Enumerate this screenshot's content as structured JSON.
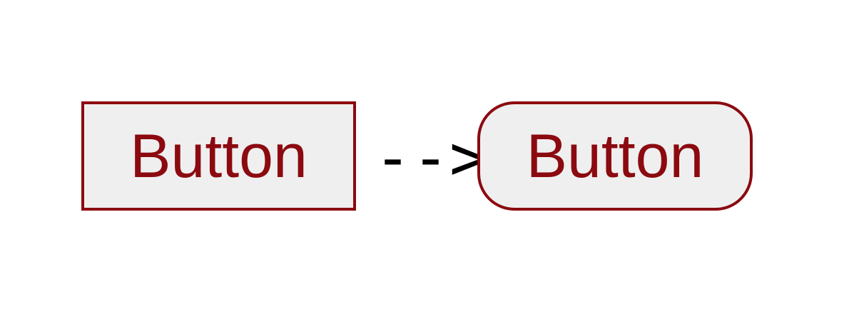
{
  "diagram": {
    "from_button": {
      "label": "Button",
      "shape": "square-corners"
    },
    "connector": {
      "text": "-->"
    },
    "to_button": {
      "label": "Button",
      "shape": "rounded-corners"
    }
  },
  "colors": {
    "button_border": "#8b0a10",
    "button_text": "#8b0a10",
    "button_fill": "#efefef",
    "connector": "#000000",
    "background": "#ffffff"
  }
}
